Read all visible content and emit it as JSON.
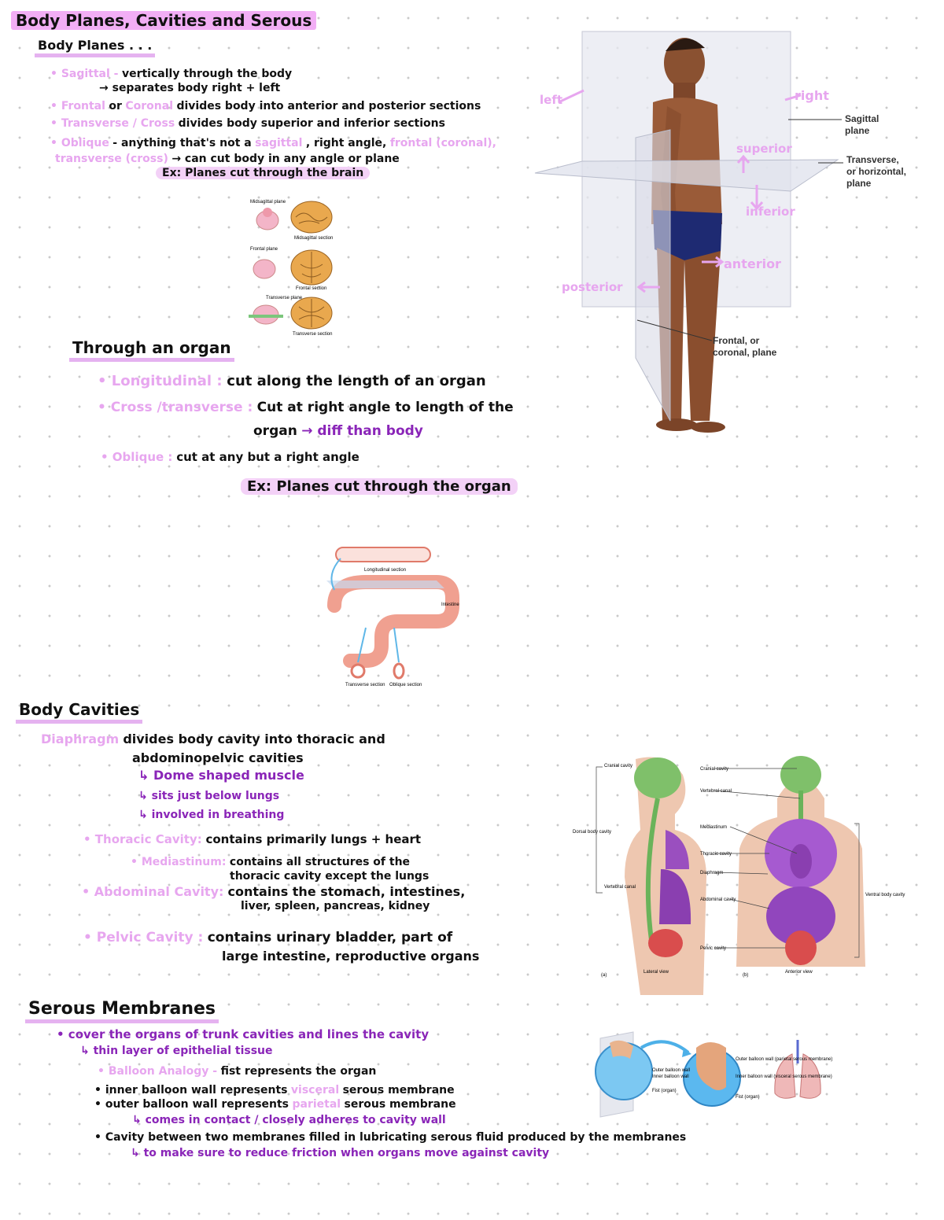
{
  "title": "Body Planes, Cavities and Serous",
  "planes": {
    "heading": "Body Planes . . .",
    "sagittal_term": "• Sagittal -",
    "sagittal_def1": "vertically through the body",
    "sagittal_def2": "→ separates body right + left",
    "frontal_term": "• Frontal",
    "or1": "or",
    "coronal_term": "Coronal",
    "frontal_def": "divides body into anterior and posterior sections",
    "transverse_term": "• Transverse / Cross",
    "transverse_def": "divides body superior and inferior sections",
    "oblique_term": "• Oblique",
    "oblique_def1": "- anything that's not a",
    "oblique_sagittal": "sagittal",
    "oblique_def2": ", right angle,",
    "oblique_def3": "frontal (coronal),",
    "oblique_def4": "transverse (cross)",
    "oblique_def5": "→ can cut body in any angle or plane",
    "example": "Ex: Planes cut through the brain"
  },
  "brain_figure": {
    "row1_label": "Midsagittal plane",
    "row1_section": "Midsagittal section",
    "row2_label": "Frontal plane",
    "row2_section": "Frontal section",
    "row3_label": "Transverse plane",
    "row3_section": "Transverse section"
  },
  "body_figure": {
    "left": "left",
    "right": "right",
    "superior": "superior",
    "inferior": "inferior",
    "anterior": "anterior",
    "posterior": "posterior",
    "sagittal_label_1": "Sagittal",
    "sagittal_label_2": "plane",
    "transverse_label_1": "Transverse,",
    "transverse_label_2": "or horizontal,",
    "transverse_label_3": "plane",
    "frontal_label_1": "Frontal, or",
    "frontal_label_2": "coronal, plane"
  },
  "organ": {
    "heading": "Through an organ",
    "long_term": "• Longitudinal :",
    "long_def": "cut along the length of an organ",
    "cross_term": "• Cross /transverse :",
    "cross_def1": "Cut at right angle to length of the",
    "cross_def2": "organ",
    "cross_def3": "→ diff than body",
    "oblique_term": "• Oblique :",
    "oblique_def": "cut at any but a right angle",
    "example": "Ex: Planes cut through the organ"
  },
  "intestine_figure": {
    "caption_top": "Longitudinal section",
    "organ": "Intestine",
    "cross": "Transverse section",
    "oblique": "Oblique section"
  },
  "cavities": {
    "heading": "Body Cavities",
    "diaphragm_term": "Diaphragm",
    "diaphragm_def1": "divides body cavity into thoracic and",
    "diaphragm_def2": "abdominopelvic cavities",
    "sub1": "↳ Dome shaped muscle",
    "sub2": "↳ sits just below lungs",
    "sub3": "↳ involved in breathing",
    "thoracic_term": "• Thoracic Cavity:",
    "thoracic_def": "contains primarily lungs + heart",
    "mediastinum_term": "• Mediastinum:",
    "mediastinum_def1": "contains all structures of the",
    "mediastinum_def2": "thoracic cavity except the lungs",
    "abdominal_term": "• Abdominal Cavity:",
    "abdominal_def1": "contains the stomach, intestines,",
    "abdominal_def2": "liver, spleen, pancreas, kidney",
    "pelvic_term": "• Pelvic Cavity :",
    "pelvic_def1": "contains urinary bladder, part of",
    "pelvic_def2": "large intestine, reproductive organs"
  },
  "cavity_figure": {
    "cranial_l": "Cranial cavity",
    "dorsal": "Dorsal body cavity",
    "vertebral_l": "Vertebral canal",
    "cranial_r": "Cranial cavity",
    "vertebral_r": "Vertebral canal",
    "mediastinum": "Mediastinum",
    "thoracic": "Thoracic cavity",
    "diaphragm": "Diaphragm",
    "abdominal": "Abdominal cavity",
    "pelvic": "Pelvic cavity",
    "ventral": "Ventral body cavity",
    "lateral": "Lateral view",
    "anterior": "Anterior view",
    "a": "(a)",
    "b": "(b)"
  },
  "serous": {
    "heading": "Serous Membranes",
    "line1": "• cover the organs of trunk cavities and lines the cavity",
    "line2": "↳ thin layer of epithelial tissue",
    "analogy_term": "• Balloon Analogy -",
    "analogy_def": "fist represents the organ",
    "inner_a": "• inner balloon wall represents",
    "inner_b": "visceral",
    "inner_c": "serous membrane",
    "outer_a": "• outer balloon wall represents",
    "outer_b": "parietal",
    "outer_c": "serous membrane",
    "outer_sub": "↳ comes in contact / closely adheres to cavity wall",
    "cavity_line": "• Cavity between two membranes filled in lubricating serous fluid produced by the membranes",
    "cavity_sub": "↳ to make sure to reduce friction when organs move against cavity"
  },
  "balloon_figure": {
    "outer_wall": "Outer balloon wall",
    "inner_wall": "Inner balloon wall",
    "fist": "Fist (organ)",
    "outer_parietal": "Outer balloon wall (parietal serous membrane)",
    "inner_visceral": "Inner balloon wall (visceral serous membrane)",
    "fist2": "Fist (organ)"
  }
}
